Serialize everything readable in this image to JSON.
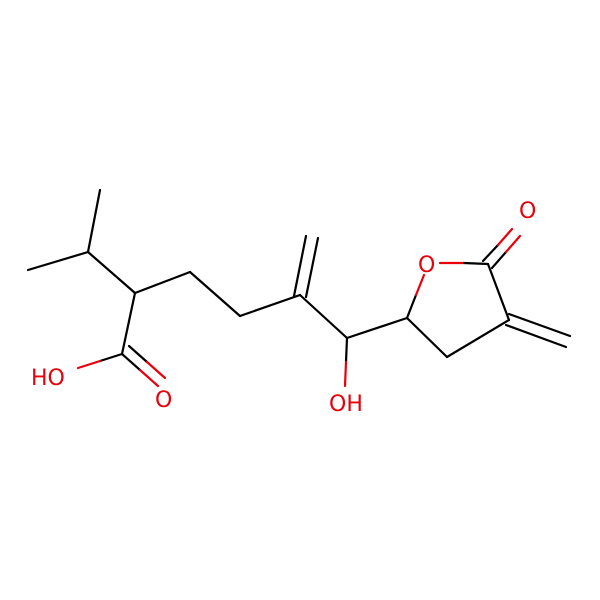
{
  "colors": {
    "background": "#ffffff",
    "carbon_bond": "#000000",
    "oxygen": "#e8000b"
  },
  "atoms": {
    "ho_acid": "HO",
    "o_acid_carbonyl": "O",
    "oh_alcohol": "OH",
    "o_ring": "O",
    "o_lactone_carbonyl": "O"
  }
}
